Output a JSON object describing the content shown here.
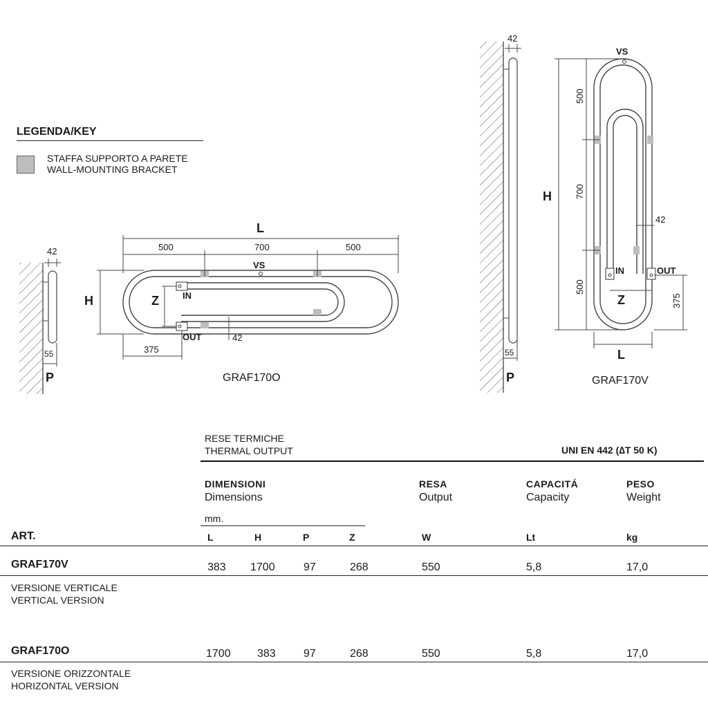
{
  "legend": {
    "title": "LEGENDA/KEY",
    "item_it": "STAFFA SUPPORTO A PARETE",
    "item_en": "WALL-MOUNTING BRACKET",
    "swatch_color": "#bdbdbd"
  },
  "drawings": {
    "horizontal": {
      "caption": "GRAF170O",
      "dim_L": "L",
      "dim_H": "H",
      "dim_Z": "Z",
      "seg_a": "500",
      "seg_b": "700",
      "seg_c": "500",
      "vs": "VS",
      "in": "IN",
      "out": "OUT",
      "d42": "42",
      "d375": "375"
    },
    "side_small": {
      "d42": "42",
      "d55": "55",
      "p": "P"
    },
    "side_tall": {
      "d42": "42",
      "d55": "55",
      "p": "P"
    },
    "vertical": {
      "caption": "GRAF170V",
      "dim_L": "L",
      "dim_H": "H",
      "dim_Z": "Z",
      "seg_a": "500",
      "seg_b": "700",
      "seg_c": "500",
      "vs": "VS",
      "in": "IN",
      "out": "OUT",
      "d42": "42",
      "d375": "375"
    }
  },
  "table": {
    "heading_it": "RESE TERMICHE",
    "heading_en": "THERMAL OUTPUT",
    "standard": "UNI EN 442 (∆T 50 K)",
    "groups": {
      "dim_it": "DIMENSIONI",
      "dim_en": "Dimensions",
      "dim_unit": "mm.",
      "out_it": "RESA",
      "out_en": "Output",
      "cap_it": "CAPACITÁ",
      "cap_en": "Capacity",
      "wt_it": "PESO",
      "wt_en": "Weight"
    },
    "columns": {
      "art": "ART.",
      "L": "L",
      "H": "H",
      "P": "P",
      "Z": "Z",
      "W": "W",
      "Lt": "Lt",
      "kg": "kg"
    },
    "rows": [
      {
        "art": "GRAF170V",
        "L": "383",
        "H": "1700",
        "P": "97",
        "Z": "268",
        "W": "550",
        "Lt": "5,8",
        "kg": "17,0",
        "desc_it": "VERSIONE VERTICALE",
        "desc_en": "VERTICAL VERSION"
      },
      {
        "art": "GRAF170O",
        "L": "1700",
        "H": "383",
        "P": "97",
        "Z": "268",
        "W": "550",
        "Lt": "5,8",
        "kg": "17,0",
        "desc_it": "VERSIONE ORIZZONTALE",
        "desc_en": "HORIZONTAL VERSION"
      }
    ]
  }
}
